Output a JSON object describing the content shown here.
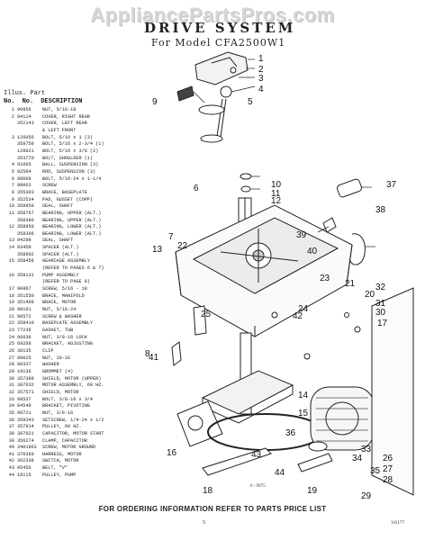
{
  "watermark": "AppliancePartsPros.com",
  "title": "DRIVE SYSTEM",
  "subtitle": "For Model CFA2500W1",
  "parts_header": {
    "line1": "Illus.  Part",
    "no_label": "No.",
    "part_no_label": "No.",
    "description_label": "DESCRIPTION"
  },
  "parts": [
    {
      "no": "1",
      "part": "90956",
      "desc": "NUT, 5/16-18"
    },
    {
      "no": "2",
      "part": "94114",
      "desc": "COVER, RIGHT REAR"
    },
    {
      "no": "",
      "part": "352143",
      "desc": "COVER, LEFT REAR"
    },
    {
      "no": "",
      "part": "",
      "desc": "& LEFT FRONT"
    },
    {
      "no": "3",
      "part": "126056",
      "desc": "BOLT, 5/16 x 1 (3)"
    },
    {
      "no": "",
      "part": "358750",
      "desc": "BOLT, 5/16 x 2-3/4 (1)"
    },
    {
      "no": "",
      "part": "126021",
      "desc": "BOLT, 5/16 x 3/8 (2)"
    },
    {
      "no": "",
      "part": "353770",
      "desc": "BOLT, SHOULDER (1)"
    },
    {
      "no": "4",
      "part": "91005",
      "desc": "BALL, SUSPENSION (3)"
    },
    {
      "no": "5",
      "part": "92584",
      "desc": "ROD, SUSPENSION (3)"
    },
    {
      "no": "6",
      "part": "98068",
      "desc": "BOLT, 5/16-24 x 1-1/4"
    },
    {
      "no": "7",
      "part": "98063",
      "desc": "SCREW"
    },
    {
      "no": "8",
      "part": "355303",
      "desc": "BRACE, BASEPLATE"
    },
    {
      "no": "9",
      "part": "352534",
      "desc": "PAD, GUSSET (COPP)"
    },
    {
      "no": "10",
      "part": "358950",
      "desc": "SEAL, SHAFT"
    },
    {
      "no": "11",
      "part": "358767",
      "desc": "BEARING, UPPER (ALT.)"
    },
    {
      "no": "",
      "part": "358396",
      "desc": "BEARING, UPPER (ALT.)"
    },
    {
      "no": "12",
      "part": "358950",
      "desc": "BEARING, LOWER (ALT.)"
    },
    {
      "no": "",
      "part": "358396",
      "desc": "BEARING, LOWER (ALT.)"
    },
    {
      "no": "13",
      "part": "94299",
      "desc": "SEAL, SHAFT"
    },
    {
      "no": "14",
      "part": "93459",
      "desc": "SPACER (ALT.)"
    },
    {
      "no": "",
      "part": "358602",
      "desc": "SPACER (ALT.)"
    },
    {
      "no": "15",
      "part": "358458",
      "desc": "GEARCASE ASSEMBLY"
    },
    {
      "no": "",
      "part": "",
      "desc": "(REFER TO PAGES 6 & 7)"
    },
    {
      "no": "16",
      "part": "359131",
      "desc": "PUMP ASSEMBLY"
    },
    {
      "no": "",
      "part": "",
      "desc": "(REFER TO PAGE 8)"
    },
    {
      "no": "17",
      "part": "90867",
      "desc": "SCREW, 5/16 - 18"
    },
    {
      "no": "18",
      "part": "351550",
      "desc": "BRACE, MANIFOLD"
    },
    {
      "no": "19",
      "part": "351409",
      "desc": "BRACE, MOTOR"
    },
    {
      "no": "20",
      "part": "98101",
      "desc": "NUT, 5/16-24"
    },
    {
      "no": "21",
      "part": "90572",
      "desc": "SCREW & WASHER"
    },
    {
      "no": "22",
      "part": "358410",
      "desc": "BASEPLATE ASSEMBLY"
    },
    {
      "no": "23",
      "part": "77236",
      "desc": "GASKET, TUB"
    },
    {
      "no": "24",
      "part": "96038",
      "desc": "NUT, 3/8-16 LOCK"
    },
    {
      "no": "25",
      "part": "69266",
      "desc": "BRACKET, ADJUSTING"
    },
    {
      "no": "26",
      "part": "38135",
      "desc": "CLIP"
    },
    {
      "no": "27",
      "part": "98025",
      "desc": "NUT, 10-32"
    },
    {
      "no": "28",
      "part": "90337",
      "desc": "WASHER"
    },
    {
      "no": "29",
      "part": "19136",
      "desc": "GROMMET (4)"
    },
    {
      "no": "30",
      "part": "357389",
      "desc": "SHIELD, MOTOR (UPPER)"
    },
    {
      "no": "31",
      "part": "387632",
      "desc": "MOTOR ASSEMBLY, 60 HZ."
    },
    {
      "no": "32",
      "part": "357571",
      "desc": "SHIELD, MOTOR"
    },
    {
      "no": "33",
      "part": "98537",
      "desc": "BOLT, 3/8-16 x 3/4"
    },
    {
      "no": "34",
      "part": "94549",
      "desc": "BRACKET, PIVOTING"
    },
    {
      "no": "35",
      "part": "90721",
      "desc": "NUT, 3/8-16"
    },
    {
      "no": "36",
      "part": "358343",
      "desc": "SETSCREW, 1/4-24 x 1/2"
    },
    {
      "no": "37",
      "part": "357914",
      "desc": "PULLEY, 60 HZ."
    },
    {
      "no": "38",
      "part": "387021",
      "desc": "CAPACITOR, MOTOR START"
    },
    {
      "no": "39",
      "part": "356274",
      "desc": "CLAMP, CAPACITOR"
    },
    {
      "no": "40",
      "part": "3401963",
      "desc": "SCREW, MOTOR GROUND"
    },
    {
      "no": "41",
      "part": "370360",
      "desc": "HARNESS, MOTOR"
    },
    {
      "no": "42",
      "part": "362338",
      "desc": "SWITCH, MOTOR"
    },
    {
      "no": "43",
      "part": "95456",
      "desc": "BELT, \"V\""
    },
    {
      "no": "44",
      "part": "18115",
      "desc": "PULLEY, PUMP"
    }
  ],
  "callouts": [
    "1",
    "2",
    "3",
    "4",
    "5",
    "6",
    "7",
    "8",
    "9",
    "10",
    "11",
    "12",
    "13",
    "14",
    "15",
    "16",
    "17",
    "18",
    "19",
    "20",
    "21",
    "22",
    "23",
    "24",
    "25",
    "26",
    "27",
    "28",
    "29",
    "30",
    "31",
    "32",
    "33",
    "34",
    "35",
    "36",
    "37",
    "38",
    "39",
    "40",
    "41",
    "42",
    "43",
    "44"
  ],
  "fig_code": "6 - 9975",
  "footer": "FOR ORDERING INFORMATION REFER TO PARTS PRICE LIST",
  "page_number": "5",
  "doc_code": "3/6177"
}
